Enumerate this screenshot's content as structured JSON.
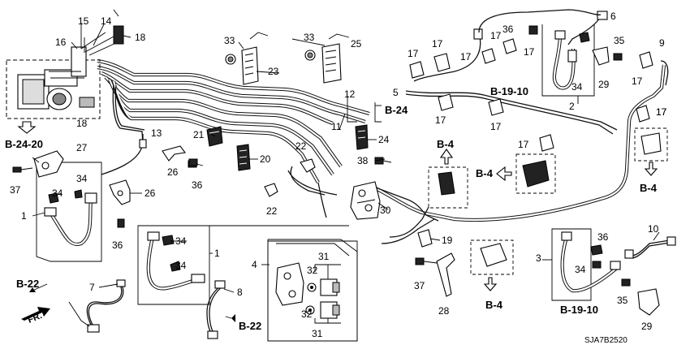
{
  "diagram": {
    "code": "SJA7B2520",
    "front_label": "FR.",
    "callouts": [
      {
        "id": "c1a",
        "text": "1"
      },
      {
        "id": "c1b",
        "text": "1"
      },
      {
        "id": "c2",
        "text": "2"
      },
      {
        "id": "c3",
        "text": "3"
      },
      {
        "id": "c4",
        "text": "4"
      },
      {
        "id": "c5",
        "text": "5"
      },
      {
        "id": "c6",
        "text": "6"
      },
      {
        "id": "c7",
        "text": "7"
      },
      {
        "id": "c8",
        "text": "8"
      },
      {
        "id": "c9",
        "text": "9"
      },
      {
        "id": "c10",
        "text": "10"
      },
      {
        "id": "c11",
        "text": "11"
      },
      {
        "id": "c12",
        "text": "12"
      },
      {
        "id": "c13",
        "text": "13"
      },
      {
        "id": "c14",
        "text": "14"
      },
      {
        "id": "c15",
        "text": "15"
      },
      {
        "id": "c16",
        "text": "16"
      },
      {
        "id": "c17a",
        "text": "17"
      },
      {
        "id": "c17b",
        "text": "17"
      },
      {
        "id": "c17c",
        "text": "17"
      },
      {
        "id": "c17d",
        "text": "17"
      },
      {
        "id": "c17e",
        "text": "17"
      },
      {
        "id": "c17f",
        "text": "17"
      },
      {
        "id": "c17g",
        "text": "17"
      },
      {
        "id": "c17h",
        "text": "17"
      },
      {
        "id": "c17i",
        "text": "17"
      },
      {
        "id": "c17j",
        "text": "17"
      },
      {
        "id": "c17k",
        "text": "17"
      },
      {
        "id": "c18a",
        "text": "18"
      },
      {
        "id": "c18b",
        "text": "18"
      },
      {
        "id": "c19",
        "text": "19"
      },
      {
        "id": "c20",
        "text": "20"
      },
      {
        "id": "c21",
        "text": "21"
      },
      {
        "id": "c22a",
        "text": "22"
      },
      {
        "id": "c22b",
        "text": "22"
      },
      {
        "id": "c23",
        "text": "23"
      },
      {
        "id": "c24",
        "text": "24"
      },
      {
        "id": "c25",
        "text": "25"
      },
      {
        "id": "c26a",
        "text": "26"
      },
      {
        "id": "c26b",
        "text": "26"
      },
      {
        "id": "c27",
        "text": "27"
      },
      {
        "id": "c28",
        "text": "28"
      },
      {
        "id": "c29a",
        "text": "29"
      },
      {
        "id": "c29b",
        "text": "29"
      },
      {
        "id": "c30",
        "text": "30"
      },
      {
        "id": "c31a",
        "text": "31"
      },
      {
        "id": "c31b",
        "text": "31"
      },
      {
        "id": "c32a",
        "text": "32"
      },
      {
        "id": "c32b",
        "text": "32"
      },
      {
        "id": "c33a",
        "text": "33"
      },
      {
        "id": "c33b",
        "text": "33"
      },
      {
        "id": "c34a",
        "text": "34"
      },
      {
        "id": "c34b",
        "text": "34"
      },
      {
        "id": "c34c",
        "text": "34"
      },
      {
        "id": "c34d",
        "text": "34"
      },
      {
        "id": "c34e",
        "text": "34"
      },
      {
        "id": "c34f",
        "text": "34"
      },
      {
        "id": "c35a",
        "text": "35"
      },
      {
        "id": "c35b",
        "text": "35"
      },
      {
        "id": "c36a",
        "text": "36"
      },
      {
        "id": "c36b",
        "text": "36"
      },
      {
        "id": "c36c",
        "text": "36"
      },
      {
        "id": "c36d",
        "text": "36"
      },
      {
        "id": "c37a",
        "text": "37"
      },
      {
        "id": "c37b",
        "text": "37"
      },
      {
        "id": "c38",
        "text": "38"
      }
    ],
    "references": [
      {
        "id": "r1",
        "text": "B-24-20"
      },
      {
        "id": "r2",
        "text": "B-24"
      },
      {
        "id": "r3",
        "text": "B-19-10"
      },
      {
        "id": "r4",
        "text": "B-4"
      },
      {
        "id": "r5",
        "text": "B-4"
      },
      {
        "id": "r6",
        "text": "B-4"
      },
      {
        "id": "r7",
        "text": "B-4"
      },
      {
        "id": "r8",
        "text": "B-22"
      },
      {
        "id": "r9",
        "text": "B-22"
      },
      {
        "id": "r10",
        "text": "B-19-10"
      }
    ]
  }
}
